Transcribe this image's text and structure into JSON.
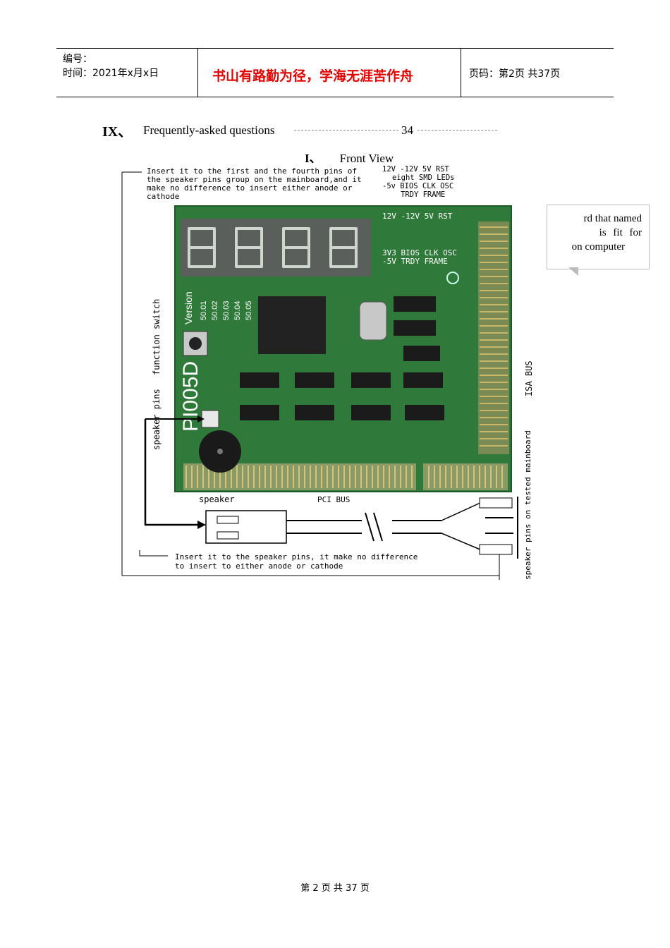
{
  "header": {
    "serial_label": "编号：",
    "date_line": "时间：2021年x月x日",
    "motto": "书山有路勤为径，学海无涯苦作舟",
    "page_info": "页码：第2页 共37页"
  },
  "toc": {
    "number": "IX、",
    "title": "Frequently-asked questions",
    "page": "34"
  },
  "section": {
    "number": "I、",
    "title": "Front View"
  },
  "callout": {
    "line1": "rd that named",
    "line2": "is   fit   for",
    "line3": "on computer"
  },
  "diagram": {
    "top_note": [
      "Insert it to the first and the fourth pins of",
      "the speaker pins group on the mainboard,and it",
      "make no difference to insert either  anode or",
      "cathode"
    ],
    "led_legend": [
      "12V -12V  5V  RST",
      "eight SMD LEDs",
      "-5v BIOS CLK  OSC",
      "TRDY     FRAME"
    ],
    "board_led_labels": [
      "12V -12V 5V  RST",
      "3V3 BIOS CLK OSC",
      "-5V TRDY     FRAME"
    ],
    "model": "PI005D",
    "version": "Version",
    "switch_labels": [
      "50.01",
      "50.02",
      "50.03",
      "50.04",
      "50.05"
    ],
    "side_label_function": "function switch",
    "side_label_speaker": "speaker pins",
    "speaker_label": "speaker",
    "pci_label": "PCI BUS",
    "isa_label": "ISA BUS",
    "tested_label": "speaker pins on tested mainboard",
    "bottom_note": [
      "Insert it to the speaker pins, it make no difference",
      "to insert to either anode or cathode"
    ]
  },
  "footer": {
    "text": "第 2 页 共 37 页"
  }
}
